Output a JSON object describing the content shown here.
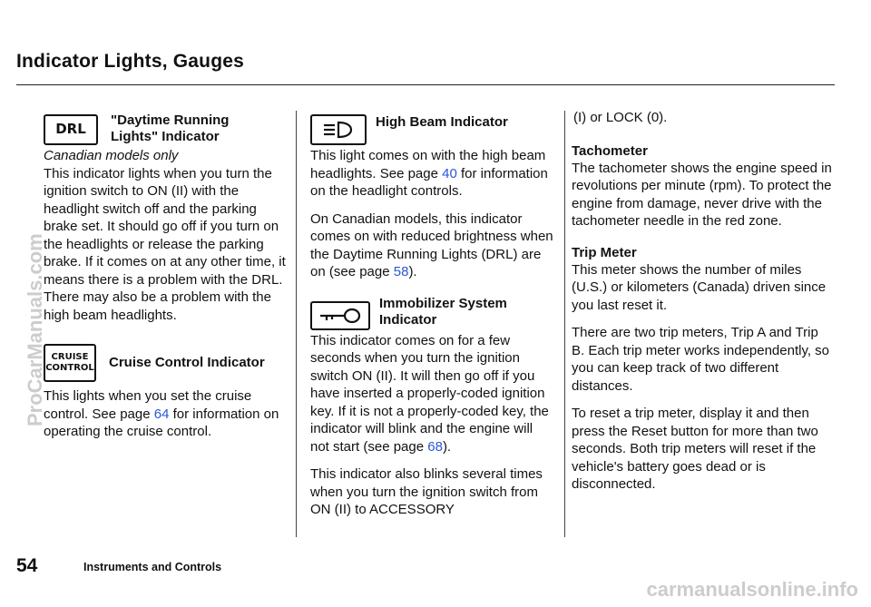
{
  "header": {
    "title": "Indicator Lights, Gauges"
  },
  "col1": {
    "drl": {
      "icon_text": "DRL",
      "heading_line1": "\"Daytime Running",
      "heading_line2": "Lights\" Indicator",
      "subtitle": "Canadian models only",
      "body": "This indicator lights when you turn the ignition switch to ON (II) with the headlight switch off and the parking brake set. It should go off if you turn on the headlights or release the parking brake. If it comes on at any other time, it means there is a problem with the DRL. There may also be a problem with the high beam headlights."
    },
    "cruise": {
      "icon_line1": "CRUISE",
      "icon_line2": "CONTROL",
      "heading": "Cruise Control Indicator",
      "body_before": "This lights when you set the cruise control. See page ",
      "page_link": "64",
      "body_after": " for information on operating the cruise control."
    }
  },
  "col2": {
    "high_beam": {
      "heading": "High Beam Indicator",
      "body_before": "This light comes on with the high beam headlights. See page ",
      "page_link": "40",
      "body_after": " for information on the headlight controls.",
      "body2_before": "On Canadian models, this indicator comes on with reduced brightness when the Daytime Running Lights (DRL) are on (see page ",
      "page_link2": "58",
      "body2_after": ")."
    },
    "immobilizer": {
      "heading_line1": "Immobilizer System",
      "heading_line2": "Indicator",
      "body_before": "This indicator comes on for a few seconds when you turn the ignition switch ON (II). It will then go off if you have inserted a properly-coded ignition key. If it is not a properly-coded key, the indicator will blink and the engine will not start (see page ",
      "page_link": "68",
      "body_after": ").",
      "body2": "This indicator also blinks several times when you turn the ignition switch from ON (II) to ACCESSORY"
    }
  },
  "col3": {
    "continuation": "(I) or LOCK (0).",
    "tachometer": {
      "heading": "Tachometer",
      "body": "The tachometer shows the engine speed in revolutions per minute (rpm). To protect the engine from damage, never drive with the tachometer needle in the red zone."
    },
    "trip_meter": {
      "heading": "Trip Meter",
      "body1": "This meter shows the number of miles (U.S.) or kilometers (Canada) driven since you last reset it.",
      "body2": "There are two trip meters, Trip A and Trip B. Each trip meter works independently, so you can keep track of two different distances.",
      "body3": "To reset a trip meter, display it and then press the Reset button for more than two seconds. Both trip meters will reset if the vehicle's battery goes dead or is disconnected."
    }
  },
  "footer": {
    "page_number": "54",
    "section": "Instruments and Controls"
  },
  "watermark": {
    "side": "ProCarManuals.com",
    "bottom": "carmanualsonline.info"
  },
  "icons": [
    "drl-icon",
    "cruise-control-icon",
    "high-beam-icon",
    "immobilizer-key-icon"
  ],
  "colors": {
    "link": "#2a55d8",
    "text": "#111111"
  }
}
